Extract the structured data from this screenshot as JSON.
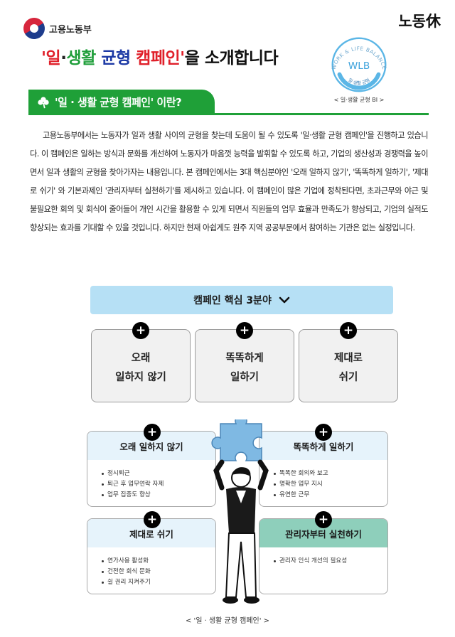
{
  "header": {
    "ministry_name": "고용노동부",
    "corner_mark": "노동休",
    "title_parts": {
      "quote_open": "'",
      "work": "일",
      "dot": "·",
      "life": "생활",
      "balance": "균형",
      "campaign": "캠페인",
      "quote_close": "'",
      "rest": "을 소개합니다"
    },
    "wlb_logo": {
      "arc_text": "WORK & LIFE BALANCE",
      "letters": "WLB",
      "subtext": "일·생활 균형"
    },
    "wlb_caption": "< 일·생활 균형 BI >"
  },
  "section": {
    "title": "'일 · 생활 균형 캠페인' 이란?",
    "icon": "clover-icon"
  },
  "body_text": "고용노동부에서는 노동자가 일과 생활 사이의 균형을 찾는데 도움이 될 수 있도록 '일·생활 균형 캠페인'을 진행하고 있습니다. 이 캠페인은 일하는 방식과 문화를 개선하여 노동자가 마음껏 능력을 발휘할 수 있도록 하고, 기업의 생산성과 경쟁력을 높이면서 일과 생활의 균형을 찾아가자는 내용입니다. 본 캠페인에서는 3대 핵심분야인 '오래 일하지 않기', '똑똑하게 일하기', '제대로 쉬기' 와 기본과제인 '관리자부터 실천하기'를 제시하고 있습니다. 이 캠페인이 많은 기업에 정착된다면, 초과근무와 야근 및 불필요한 회의 및 회식이 줄어들어 개인 시간을 활용할 수 있게 되면서 직원들의 업무 효율과 만족도가 향상되고, 기업의 실적도 향상되는 효과를 기대할 수 있을 것입니다. 하지만 현재 아쉽게도 원주 지역 공공부문에서 참여하는 기관은 없는 실정입니다.",
  "core": {
    "title": "캠페인 핵심 3분야",
    "chevron": "chevron-down-icon",
    "plus_symbol": "+",
    "cards": [
      {
        "line1": "오래",
        "line2": "일하지 않기"
      },
      {
        "line1": "똑똑하게",
        "line2": "일하기"
      },
      {
        "line1": "제대로",
        "line2": "쉬기"
      }
    ]
  },
  "details": [
    {
      "title": "오래 일하지 않기",
      "items": [
        "정시퇴근",
        "퇴근 후 업무연락 자제",
        "업무 집중도 향상"
      ]
    },
    {
      "title": "똑똑하게 일하기",
      "items": [
        "똑똑한 회의와 보고",
        "명확한 업무 지시",
        "유연한 근무"
      ]
    },
    {
      "title": "제대로 쉬기",
      "items": [
        "연가사용 활성화",
        "건전한 회식 문화",
        "쉴 권리 지켜주기"
      ]
    },
    {
      "title": "관리자부터 실천하기",
      "items": [
        "관리자 인식 개선의 필요성"
      ]
    }
  ],
  "colors": {
    "green": "#1fa038",
    "title_red": "#e0202a",
    "title_green": "#1f9e3a",
    "title_blue": "#1d3aa5",
    "core_bar": "#b6e0f5",
    "detail_head_blue": "#e6f3fb",
    "detail_head_teal": "#8ecfbb",
    "puzzle_blue": "#7fb9e3"
  },
  "bottom_caption": "< '일 · 생활 균형 캠페인' >"
}
